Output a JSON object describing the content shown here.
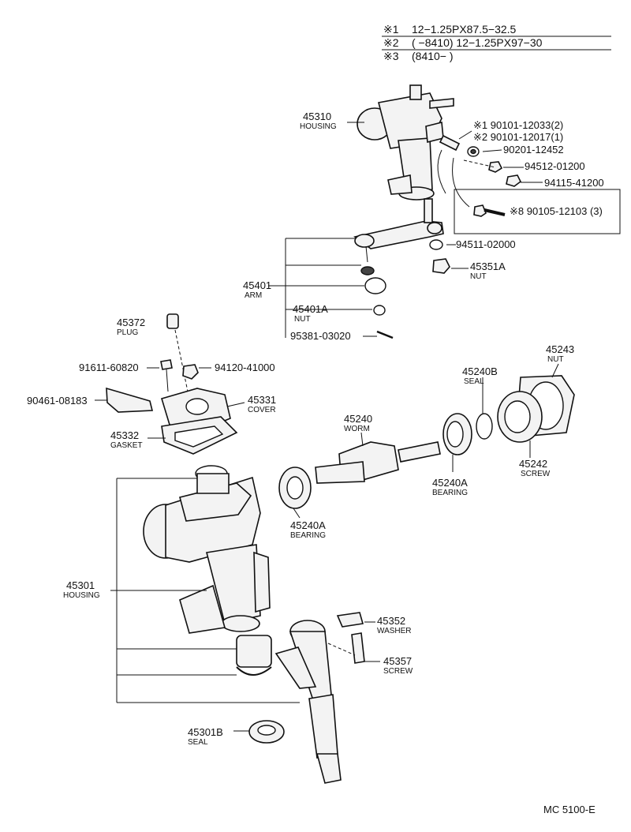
{
  "header_notes": [
    {
      "mark": "※1",
      "text": "12−1.25PX87.5−32.5"
    },
    {
      "mark": "※2",
      "text": "(        −8410) 12−1.25PX97−30"
    },
    {
      "mark": "※3",
      "text": "(8410−        )"
    }
  ],
  "parts": {
    "p45310": {
      "number": "45310",
      "name": "HOUSING"
    },
    "p90101a": {
      "number": "※1 90101-12033(2)"
    },
    "p90101b": {
      "number": "※2 90101-12017(1)"
    },
    "p90201": {
      "number": "90201-12452"
    },
    "p94512": {
      "number": "94512-01200"
    },
    "p94115": {
      "number": "94115-41200"
    },
    "p90105": {
      "number": "※8 90105-12103 (3)"
    },
    "p94511": {
      "number": "94511-02000"
    },
    "p45351a": {
      "number": "45351A",
      "name": "NUT"
    },
    "p45401": {
      "number": "45401",
      "name": "ARM"
    },
    "p45401a": {
      "number": "45401A",
      "name": "NUT"
    },
    "p95381": {
      "number": "95381-03020"
    },
    "p45372": {
      "number": "45372",
      "name": "PLUG"
    },
    "p91611": {
      "number": "91611-60820"
    },
    "p94120": {
      "number": "94120-41000"
    },
    "p90461": {
      "number": "90461-08183"
    },
    "p45331": {
      "number": "45331",
      "name": "COVER"
    },
    "p45332": {
      "number": "45332",
      "name": "GASKET"
    },
    "p45243": {
      "number": "45243",
      "name": "NUT"
    },
    "p45240b": {
      "number": "45240B",
      "name": "SEAL"
    },
    "p45240": {
      "number": "45240",
      "name": "WORM"
    },
    "p45242": {
      "number": "45242",
      "name": "SCREW"
    },
    "p45240a1": {
      "number": "45240A",
      "name": "BEARING"
    },
    "p45240a2": {
      "number": "45240A",
      "name": "BEARING"
    },
    "p45301": {
      "number": "45301",
      "name": "HOUSING"
    },
    "p45352": {
      "number": "45352",
      "name": "WASHER"
    },
    "p45357": {
      "number": "45357",
      "name": "SCREW"
    },
    "p45301b": {
      "number": "45301B",
      "name": "SEAL"
    }
  },
  "diagram_code": "MC 5100-E"
}
